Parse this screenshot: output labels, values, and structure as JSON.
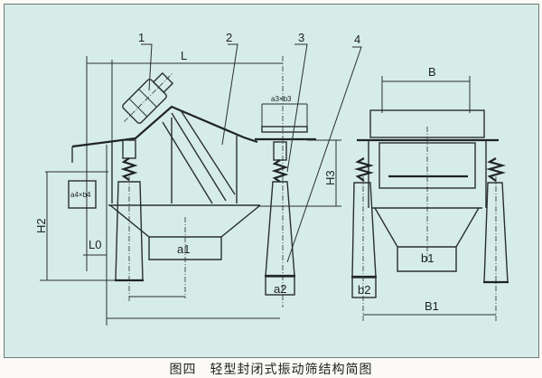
{
  "labels": {
    "part1": "1",
    "part2": "2",
    "part3": "3",
    "part4": "4",
    "L": "L",
    "B": "B",
    "a3b3": "a3×b3",
    "H3": "H3",
    "a4b4": "a4×b4",
    "H2": "H2",
    "L0": "L0",
    "a1": "a1",
    "b1": "b1",
    "a2": "a2",
    "b2": "b2",
    "B1": "B1"
  },
  "caption": "图四　轻型封闭式振动筛结构简图"
}
